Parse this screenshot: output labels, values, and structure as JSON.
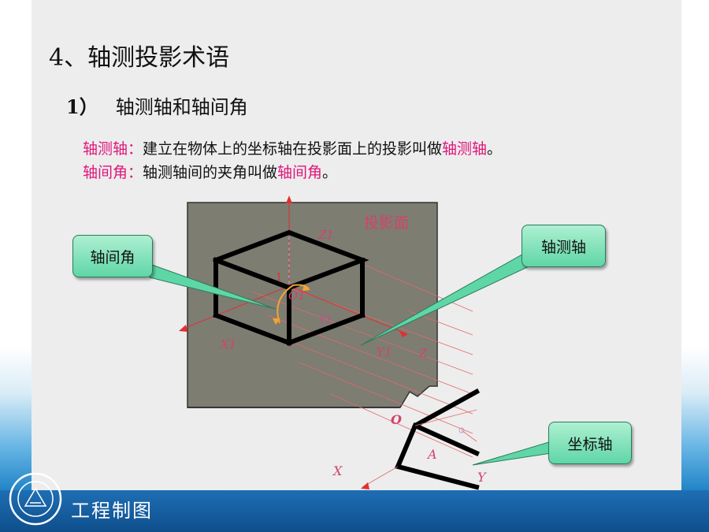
{
  "heading": "4、轴测投影术语",
  "subheading": {
    "number": "1）",
    "text": "轴测轴和轴间角"
  },
  "definitions": [
    {
      "term": "轴测轴：",
      "text": "建立在物体上的坐标轴在投影面上的投影叫做",
      "term_end": "轴测轴",
      "end": "。"
    },
    {
      "term": "轴间角：",
      "text": "轴测轴间的夹角叫做",
      "term_end": "轴间角",
      "end": "。"
    }
  ],
  "diagram": {
    "plane_label": "投影面",
    "axis_labels": {
      "z1": "Z1",
      "o1": "O1",
      "x1": "X1",
      "y1": "Y1",
      "z": "Z",
      "o": "O",
      "x": "X",
      "y": "Y",
      "a": "A",
      "one": "1"
    }
  },
  "callouts": {
    "angle": "轴间角",
    "axonometric_axis": "轴测轴",
    "coordinate_axis": "坐标轴"
  },
  "footer": {
    "title": "工程制图"
  },
  "colors": {
    "pink": "#e0157a",
    "plane": "#7d7d72",
    "callout": "#5fd6a6",
    "footer": "#1e6eb4"
  }
}
